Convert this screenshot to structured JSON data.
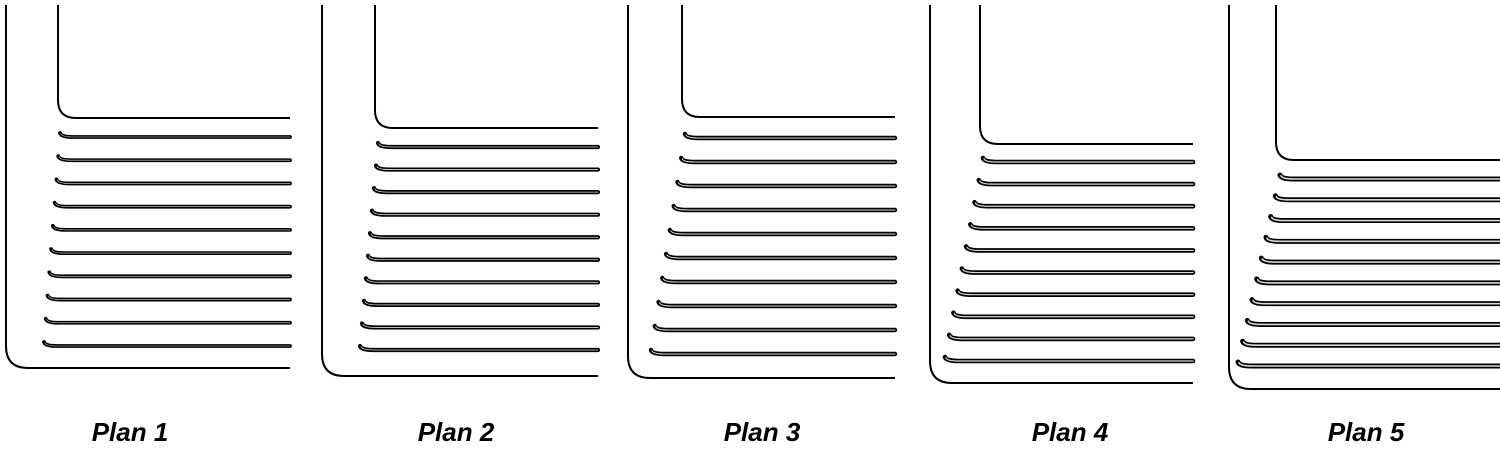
{
  "plans": [
    {
      "label": "Plan 1",
      "channels": 10
    },
    {
      "label": "Plan 2",
      "channels": 10
    },
    {
      "label": "Plan 3",
      "channels": 10
    },
    {
      "label": "Plan 4",
      "channels": 10
    },
    {
      "label": "Plan 5",
      "channels": 10
    }
  ],
  "colors": {
    "line": "#000000",
    "background": "#ffffff"
  }
}
